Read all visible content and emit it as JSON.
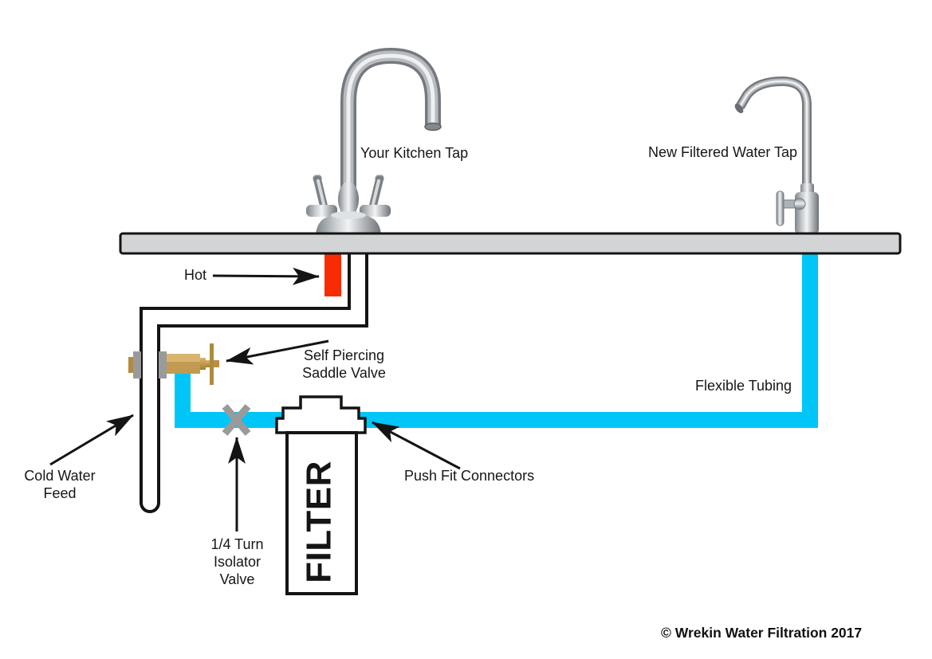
{
  "labels": {
    "kitchen_tap": "Your Kitchen Tap",
    "filtered_tap": "New Filtered Water Tap",
    "hot": "Hot",
    "saddle_1": "Self Piercing",
    "saddle_2": "Saddle Valve",
    "flexible_tubing": "Flexible Tubing",
    "cold_1": "Cold Water",
    "cold_2": "Feed",
    "iso_1": "1/4 Turn",
    "iso_2": "Isolator",
    "iso_3": "Valve",
    "push_fit": "Push Fit Connectors",
    "filter": "FILTER",
    "copyright": "© Wrekin Water Filtration 2017"
  },
  "colors": {
    "tubing_cyan": "#00c6f7",
    "hot_red": "#f92b01",
    "counter_gray": "#d3d4d6",
    "valve_gray": "#9a9a9a",
    "brass": "#c19b51",
    "outline_black": "#141414"
  }
}
